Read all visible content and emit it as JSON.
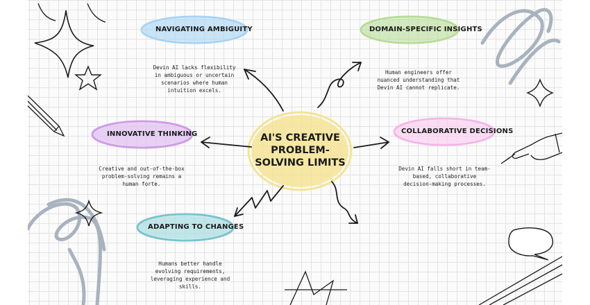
{
  "center": {
    "title": "AI's Creative Problem-Solving Limits"
  },
  "nodes": [
    {
      "id": "navigating-ambiguity",
      "heading": "Navigating Ambiguity",
      "text": "Devin AI lacks flexibility in ambiguous or uncertain scenarios where human intuition excels.",
      "color": "#a7d3f2"
    },
    {
      "id": "domain-specific-insights",
      "heading": "Domain-Specific Insights",
      "text": "Human engineers offer nuanced understanding that Devin AI cannot replicate.",
      "color": "#b7dc96"
    },
    {
      "id": "innovative-thinking",
      "heading": "Innovative Thinking",
      "text": "Creative and out-of-the-box problem-solving remains a human forte.",
      "color": "#cf9be8"
    },
    {
      "id": "collaborative-decisions",
      "heading": "Collaborative Decisions",
      "text": "Devin AI falls short in team-based, collaborative decision-making processes.",
      "color": "#f6b5e8"
    },
    {
      "id": "adapting-to-changes",
      "heading": "Adapting to Changes",
      "text": "Humans better handle evolving requirements, leveraging experience and skills.",
      "color": "#79c4cc"
    }
  ],
  "colors": {
    "center_highlight": "#f5e48f",
    "ink": "#1a1a1a",
    "doodle_grey": "#a8b3bf"
  },
  "icons": [
    "sparkle-star-icon",
    "star-outline-icon",
    "diamond-sparkle-icon",
    "pencil-icon",
    "pointing-hand-icon",
    "speech-bubble-icon",
    "scribble-icon"
  ]
}
